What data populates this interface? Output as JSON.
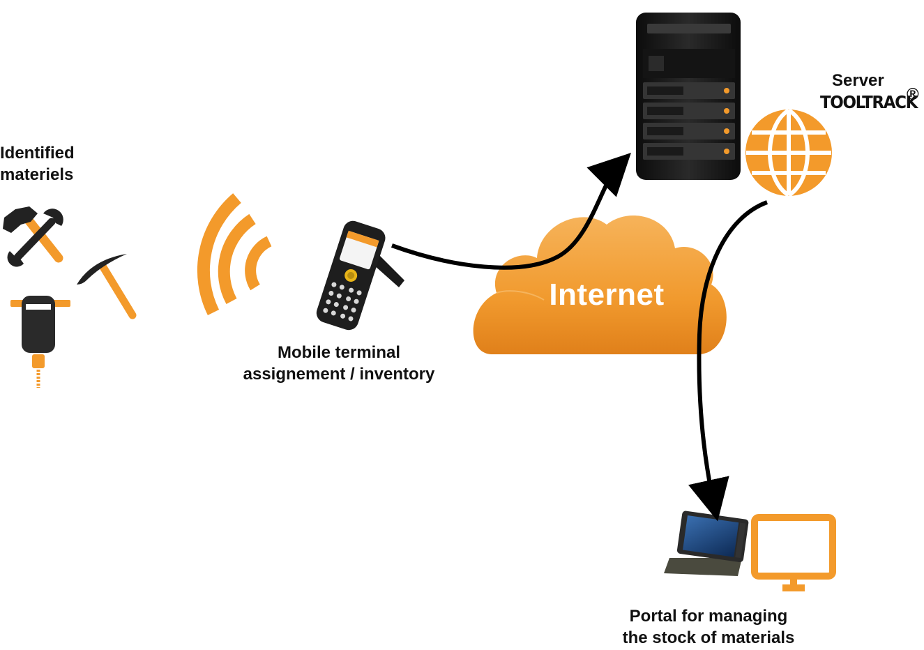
{
  "labels": {
    "materials_line1": "Identified",
    "materials_line2": "materiels",
    "terminal_line1": "Mobile terminal",
    "terminal_line2": "assignement / inventory",
    "cloud": "Internet",
    "server": "Server",
    "brand": "TOOLTRACK",
    "brand_mark": "®",
    "portal_line1": "Portal for managing",
    "portal_line2": "the stock of materials"
  },
  "colors": {
    "accent": "#f39a2b",
    "dark": "#1e1e1e",
    "arrow": "#000000"
  },
  "icons": [
    "hammer-wrench-icon",
    "pickaxe-icon",
    "drill-icon",
    "wireless-signal-icon",
    "mobile-terminal-icon",
    "server-icon",
    "globe-icon",
    "cloud-icon",
    "tablet-icon",
    "monitor-icon"
  ]
}
